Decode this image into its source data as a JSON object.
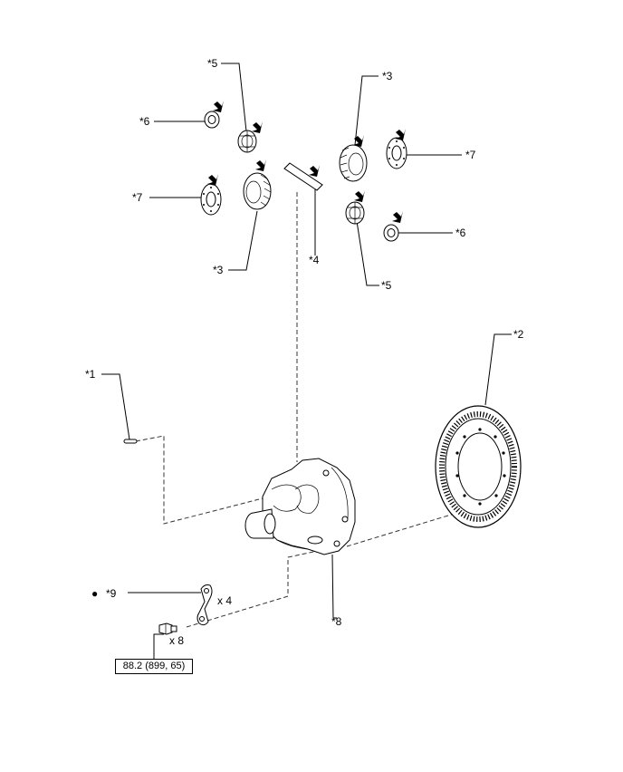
{
  "labels": {
    "l1": "*1",
    "l2": "*2",
    "l3a": "*3",
    "l3b": "*3",
    "l4": "*4",
    "l5a": "*5",
    "l5b": "*5",
    "l6a": "*6",
    "l6b": "*6",
    "l7a": "*7",
    "l7b": "*7",
    "l8": "*8",
    "l9": "*9"
  },
  "quantities": {
    "washer_plates": "x 4",
    "bolts": "x 8"
  },
  "bullet": "●",
  "torque": "88.2 (899, 65)"
}
